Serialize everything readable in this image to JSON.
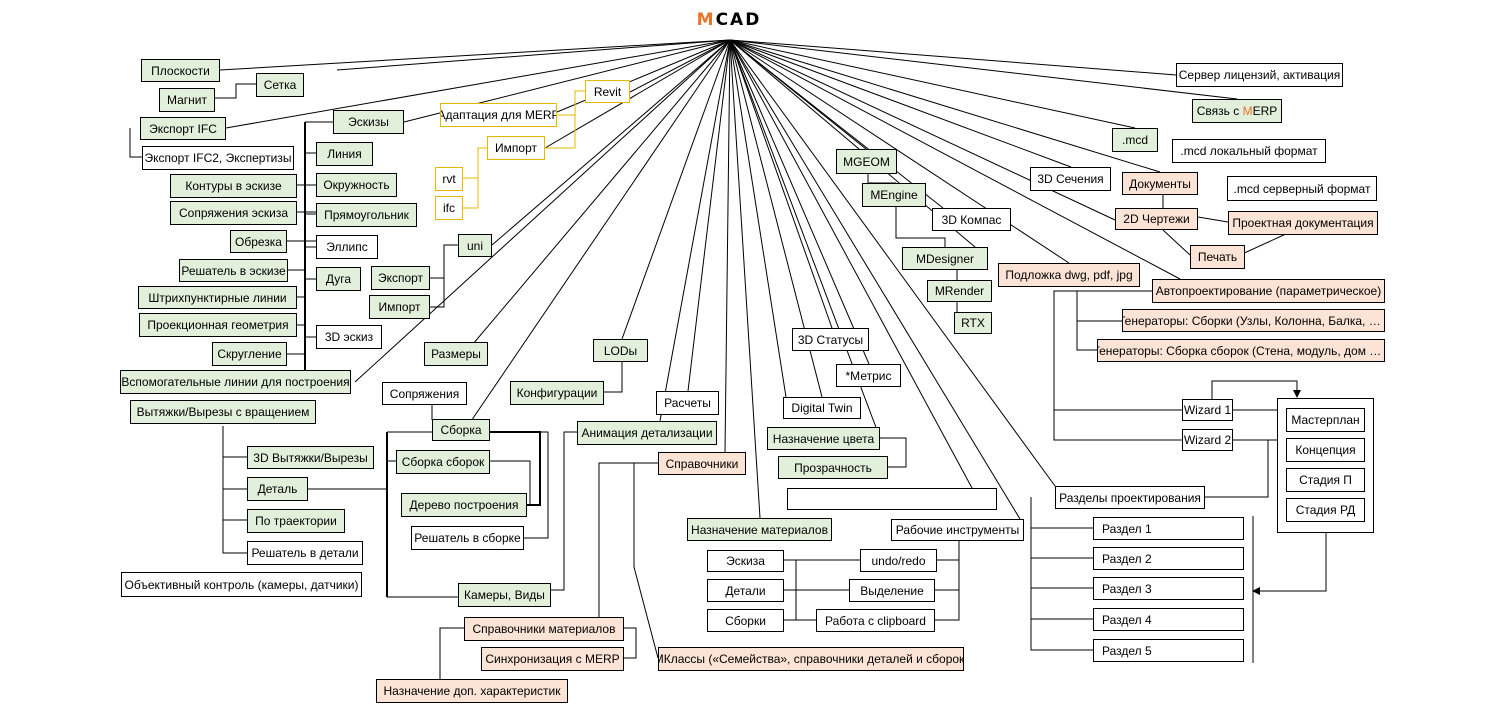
{
  "title": {
    "prefix": "M",
    "rest": "CAD"
  },
  "nodes": {
    "ploskosti": "Плоскости",
    "setka": "Сетка",
    "magnit": "Магнит",
    "export_ifc": "Экспорт IFC",
    "export_ifc2": "Экспорт IFC2, Экспертизы",
    "kontury": "Контуры в эскизе",
    "sopryazheniya_eskiza": "Сопряжения эскиза",
    "obrezka": "Обрезка",
    "reshatel_eskiz": "Решатель в эскизе",
    "shtrih": "Штрихпунктирные линии",
    "proekc": "Проекционная геометрия",
    "skruglenie": "Скругление",
    "eskizy": "Эскизы",
    "liniya": "Линия",
    "okruzhnost": "Окружность",
    "pryamougolnik": "Прямоугольник",
    "ellips": "Эллипс",
    "duga": "Дуга",
    "eskiz3d": "3D эскиз",
    "vspom": "Вспомогательные линии для построения",
    "vytyazhki": "Вытяжки/Вырезы с вращением",
    "revit": "Revit",
    "adaptaciya": "Адаптация для MERP",
    "import_top": "Импорт",
    "rvt": "rvt",
    "ifc": "ifc",
    "uni": "uni",
    "export_uni": "Экспорт",
    "import_uni": "Импорт",
    "razmery": "Размеры",
    "lody": "LODы",
    "konfig": "Конфигурации",
    "raschety": "Расчеты",
    "animaciya": "Анимация детализации",
    "sopryazheniya": "Сопряжения",
    "sborka": "Сборка",
    "sborka_sborok": "Сборка сборок",
    "derevo": "Дерево построения",
    "reshatel_sborka": "Решатель в сборке",
    "kamery": "Камеры, Виды",
    "vytyazhki3d": "3D Вытяжки/Вырезы",
    "detal": "Деталь",
    "po_traektorii": "По траектории",
    "reshatel_detal": "Решатель в детали",
    "obj_control": "Объективный контроль (камеры, датчики)",
    "spravochniki": "Справочники",
    "sprav_mat": "Справочники материалов",
    "sinhr": "Синхронизация с MERP",
    "naznach_dop": "Назначение доп. характеристик",
    "mklassy": "МКлассы («Семейства», справочники деталей и сборок)",
    "mgeom": "MGEOM",
    "mengine": "MEngine",
    "kompas3d": "3D Компас",
    "mdesigner": "MDesigner",
    "mrender": "MRender",
    "rtx": "RTX",
    "statusy3d": "3D Статусы",
    "metris": "*Метрис",
    "digital_twin": "Digital Twin",
    "naznach_cveta": "Назначение цвета",
    "prozrachnost": "Прозрачность",
    "empty_box": "",
    "naznach_mat": "Назначение материалов",
    "rabochie": "Рабочие инструменты",
    "eskiza": "Эскиза",
    "detali": "Детали",
    "sborki": "Сборки",
    "undo": "undo/redo",
    "vydelenie": "Выделение",
    "clipboard": "Работа с clipboard",
    "server": "Сервер лицензий, активация",
    "svyaz_prefix": "Связь с ",
    "svyaz_m": "M",
    "svyaz_rest": "ERP",
    "mcd": ".mcd",
    "mcd_local": ".mcd локальный формат",
    "mcd_server": ".mcd серверный формат",
    "secheniya3d": "3D Сечения",
    "dokumenty": "Документы",
    "chertezhi2d": "2D Чертежи",
    "proekt_doc": "Проектная документация",
    "pechat": "Печать",
    "podlozhka": "Подложка dwg, pdf, jpg",
    "avtoproekt": "Автопроектирование (параметрическое)",
    "gen_sborki": "Генераторы: Сборки (Узлы, Колонна, Балка, … )",
    "gen_sborka_sborok": "Генераторы: Сборка сборок (Стена, модуль, дом … )",
    "wizard1": "Wizard 1",
    "wizard2": "Wizard 2",
    "masterplan": "Мастерплан",
    "koncepciya": "Концепция",
    "stadiya_p": "Стадия П",
    "stadiya_rd": "Стадия РД",
    "razdely": "Разделы проектирования",
    "razdel1": "Раздел 1",
    "razdel2": "Раздел 2",
    "razdel3": "Раздел 3",
    "razdel4": "Раздел 4",
    "razdel5": "Раздел 5"
  }
}
